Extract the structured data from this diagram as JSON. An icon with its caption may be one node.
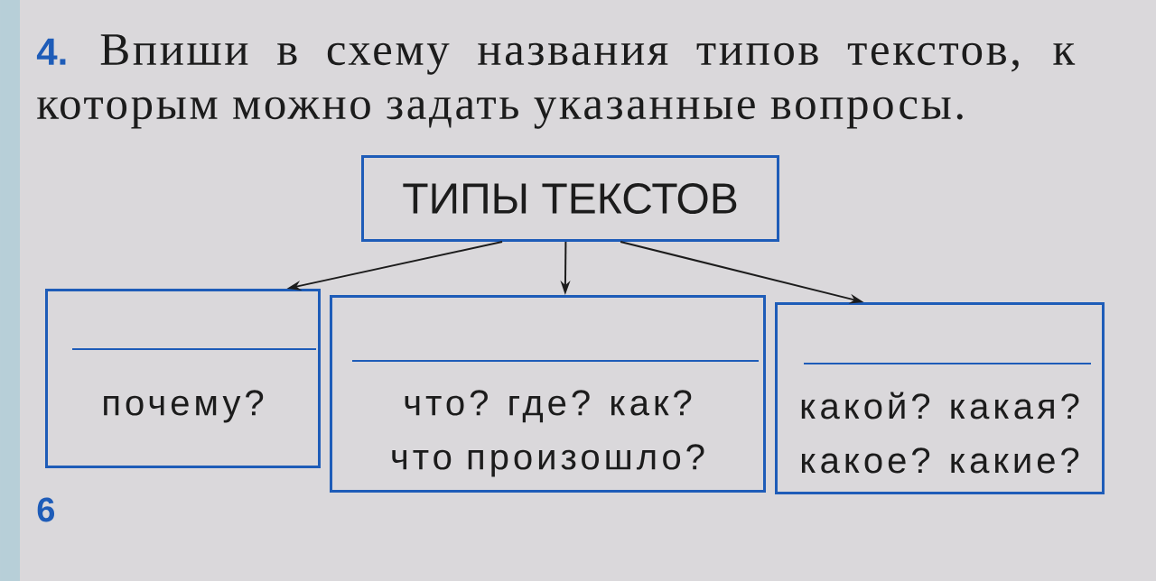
{
  "diagram": {
    "title": "Впиши в схему названия типов текстов, к которым можно задать указанные вопросы.",
    "nodes": [
      {
        "text": [
          "ТИПЫ ТЕКСТОВ"
        ]
      },
      {
        "text": [
          "почему?"
        ]
      },
      {
        "text": [
          "что? где? как? что произошло?"
        ]
      },
      {
        "text": [
          "какой? какая? какое? какие?"
        ]
      }
    ],
    "edges": [
      {
        "from": 0,
        "to": 1,
        "arrow": "to"
      },
      {
        "from": 0,
        "to": 2,
        "arrow": "to"
      },
      {
        "from": 0,
        "to": 3,
        "arrow": "to"
      }
    ],
    "labels": [
      "4.",
      "6"
    ]
  }
}
